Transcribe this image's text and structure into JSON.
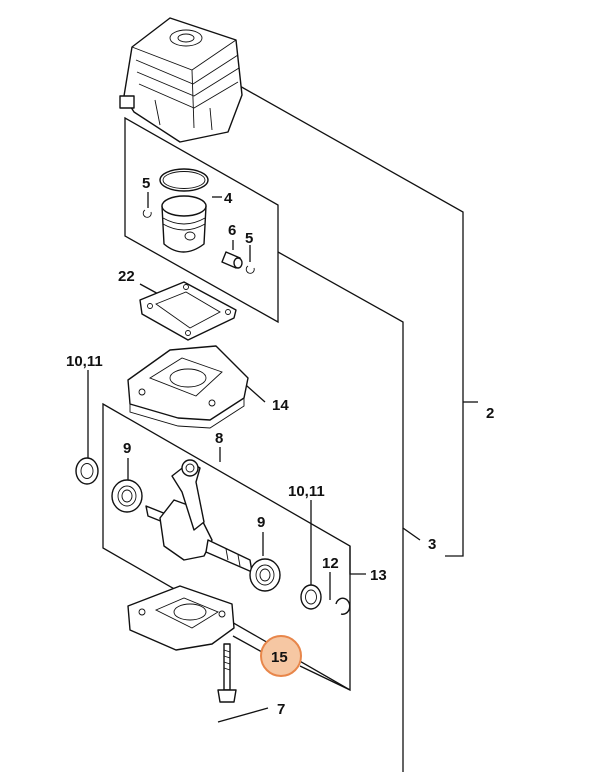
{
  "callouts": {
    "c2": "2",
    "c3": "3",
    "c4": "4",
    "c5a": "5",
    "c5b": "5",
    "c6": "6",
    "c7": "7",
    "c8": "8",
    "c9a": "9",
    "c9b": "9",
    "c10_11a": "10,11",
    "c10_11b": "10,11",
    "c12": "12",
    "c13": "13",
    "c14": "14",
    "c15": "15",
    "c22": "22"
  },
  "colors": {
    "highlight_fill": "#f6c7a3",
    "highlight_stroke": "#e8864a",
    "line": "#111111"
  }
}
